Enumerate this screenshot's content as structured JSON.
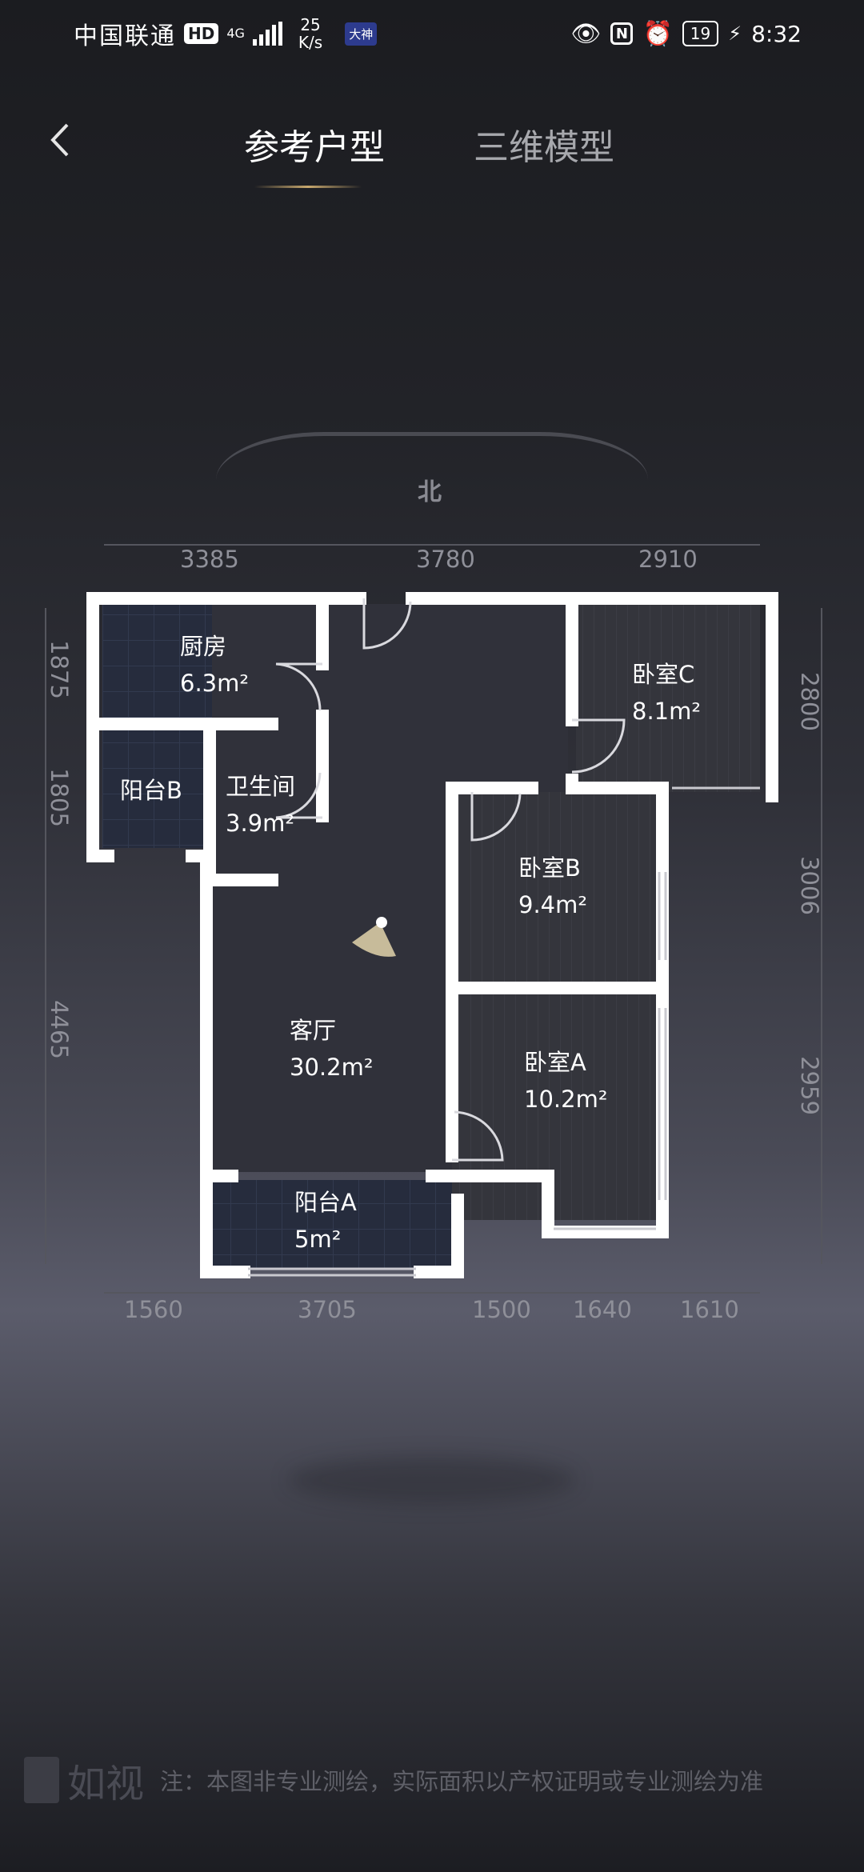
{
  "status_bar": {
    "carrier": "中国联通",
    "hd": "HD",
    "network": "4G",
    "speed_value": "25",
    "speed_unit": "K/s",
    "app_badge": "大神",
    "battery": "19",
    "time": "8:32",
    "icons": [
      "eye-icon",
      "nfc-icon",
      "alarm-icon",
      "battery-icon",
      "charging-icon"
    ]
  },
  "header": {
    "back_icon": "chevron-left-icon",
    "tabs": [
      {
        "label": "参考户型",
        "active": true
      },
      {
        "label": "三维模型",
        "active": false
      }
    ],
    "accent_color": "#c8a86e"
  },
  "compass": {
    "north_label": "北"
  },
  "dimensions": {
    "top": [
      "3385",
      "3780",
      "2910"
    ],
    "bottom": [
      "1560",
      "3705",
      "1500",
      "1640",
      "1610"
    ],
    "left": [
      "1875",
      "1805",
      "4465"
    ],
    "right": [
      "2800",
      "3006",
      "2959"
    ]
  },
  "rooms": [
    {
      "name": "厨房",
      "area": "6.3m²"
    },
    {
      "name": "阳台B",
      "area": ""
    },
    {
      "name": "卫生间",
      "area": "3.9m²"
    },
    {
      "name": "客厅",
      "area": "30.2m²"
    },
    {
      "name": "阳台A",
      "area": "5m²"
    },
    {
      "name": "卧室C",
      "area": "8.1m²"
    },
    {
      "name": "卧室B",
      "area": "9.4m²"
    },
    {
      "name": "卧室A",
      "area": "10.2m²"
    }
  ],
  "footer": {
    "brand": "如视",
    "note": "注：本图非专业测绘，实际面积以产权证明或专业测绘为准"
  }
}
